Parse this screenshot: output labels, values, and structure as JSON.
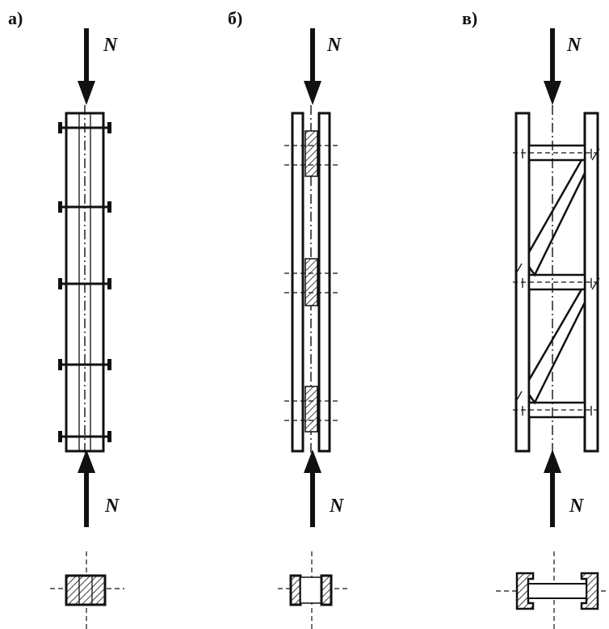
{
  "labels": {
    "a": "а)",
    "b": "б)",
    "c": "в)"
  },
  "force_label": "N",
  "colors": {
    "ink": "#111111",
    "background": "#ffffff"
  }
}
